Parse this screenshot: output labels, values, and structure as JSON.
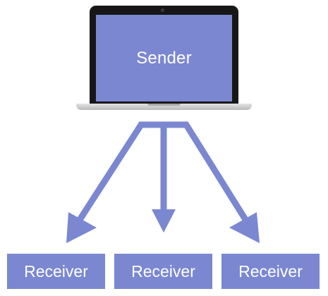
{
  "sender": {
    "label": "Sender",
    "icon": "laptop-icon"
  },
  "receivers": [
    {
      "label": "Receiver"
    },
    {
      "label": "Receiver"
    },
    {
      "label": "Receiver"
    }
  ],
  "colors": {
    "accent": "#7b87d1",
    "text": "#ffffff",
    "laptop_frame": "#171717",
    "laptop_base": "#c8c8c8"
  }
}
